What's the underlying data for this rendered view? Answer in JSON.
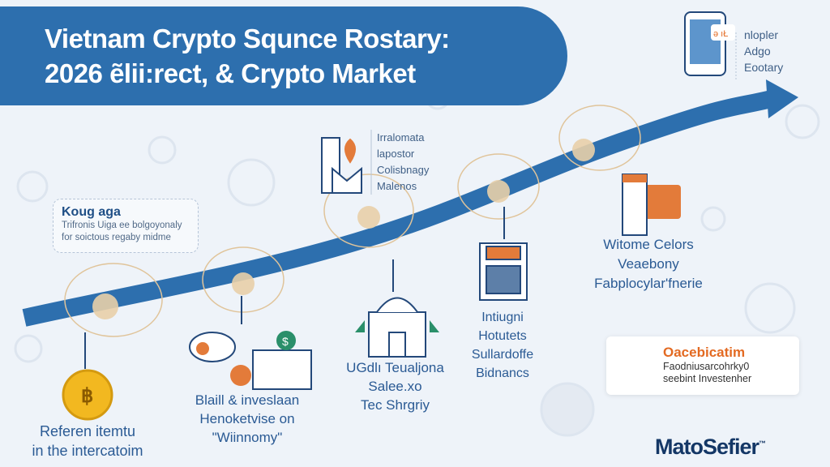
{
  "title": {
    "line1": "Vietnam Crypto Squnce Rostary:",
    "line2": "2026 ẽlii:rect, & Crypto Market"
  },
  "top_right": {
    "lines": [
      "nlopler",
      "Adgo",
      "Eootary"
    ]
  },
  "infobox": {
    "heading": "Koug aga",
    "lines": [
      "Trifronis Uiga ee bolgoyonaly",
      "for soictous regaby midme"
    ]
  },
  "building_note": {
    "lines": [
      "Irralomata",
      "lapostor",
      "Colisbnagy",
      "Malenos"
    ]
  },
  "milestones": [
    {
      "lines": [
        "Referen itemtu",
        "in the intercatoim"
      ]
    },
    {
      "lines": [
        "Blaill & inveslaan",
        "Henoketvise on",
        "\"Wiinnomy\""
      ]
    },
    {
      "lines": [
        "UGdlı Teualjona",
        "Salee.xo",
        "Tec Shrgriy"
      ]
    },
    {
      "lines": [
        "Intiugni",
        "Hotutets",
        "Sullardoffe",
        "Bidnancs"
      ]
    },
    {
      "lines": [
        "Witome Celors",
        "Veaebony",
        "Fabplocylar'fnerie"
      ]
    }
  ],
  "callout": {
    "heading": "Oacebicatim",
    "lines": [
      "Faodniusarcohrky0",
      "seebint Investenher"
    ]
  },
  "brand": {
    "name": "MatoSefier",
    "mark": "™"
  },
  "colors": {
    "primary": "#2d6fae",
    "accent": "#e36a22",
    "background": "#eef3f9",
    "medallion": "#e8cfa8"
  }
}
